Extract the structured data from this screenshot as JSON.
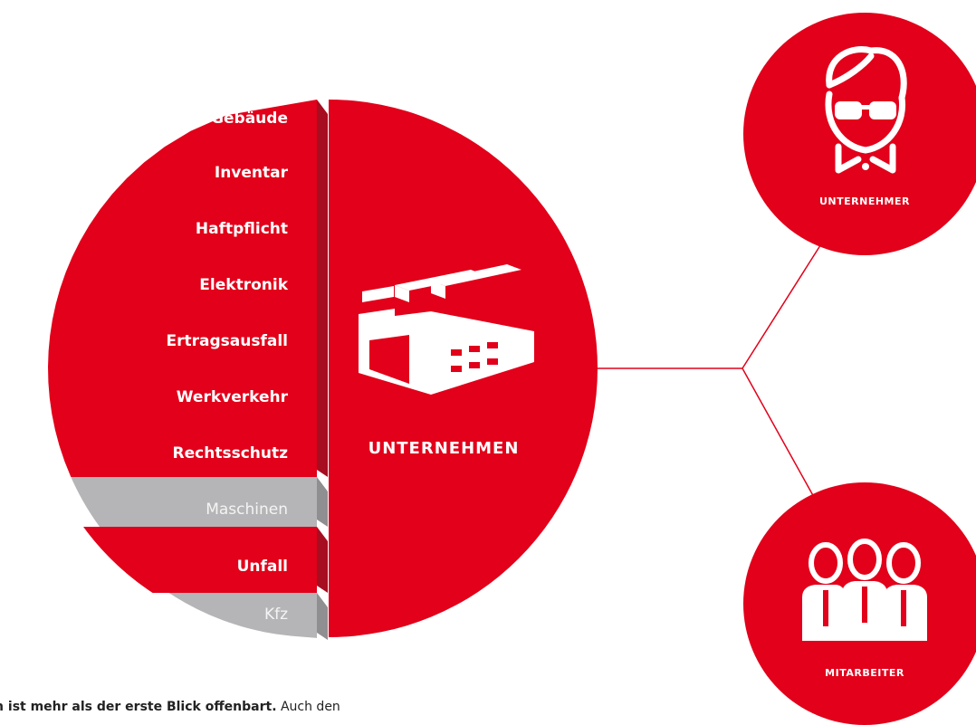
{
  "colors": {
    "red": "#e2001a",
    "dark_red": "#a60d20",
    "grey": "#b5b5b7",
    "dark_grey": "#8f8f91",
    "white": "#ffffff"
  },
  "segments": [
    {
      "label": "Gebäude",
      "covered": true
    },
    {
      "label": "Inventar",
      "covered": true
    },
    {
      "label": "Haftpflicht",
      "covered": true
    },
    {
      "label": "Elektronik",
      "covered": true
    },
    {
      "label": "Ertragsausfall",
      "covered": true
    },
    {
      "label": "Werkverkehr",
      "covered": true
    },
    {
      "label": "Rechtsschutz",
      "covered": true
    },
    {
      "label": "Maschinen",
      "covered": false
    },
    {
      "label": "Unfall",
      "covered": true
    },
    {
      "label": "Kfz",
      "covered": false
    }
  ],
  "center": {
    "label": "UNTERNEHMEN",
    "icon": "factory-icon"
  },
  "badges": [
    {
      "label": "UNTERNEHMER",
      "icon": "entrepreneur-icon"
    },
    {
      "label": "MITARBEITER",
      "icon": "employees-icon"
    }
  ],
  "caption": {
    "bold": "hmen ist mehr als der erste Blick offenbart.",
    "rest": " Auch den"
  }
}
